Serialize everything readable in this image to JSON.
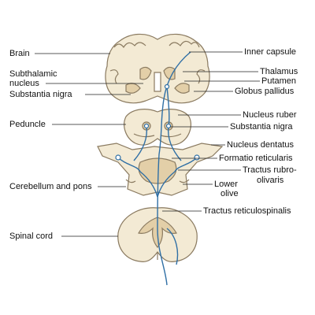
{
  "colors": {
    "tissue": "#f3ead4",
    "grey_matter": "#e3cfa8",
    "outline": "#8a7a60",
    "pathway": "#2f6fa5",
    "leader": "#222222"
  },
  "labels_left": {
    "brain": "Brain",
    "subthalamic_line1": "Subthalamic",
    "subthalamic_line2": "nucleus",
    "substantia_nigra": "Substantia nigra",
    "peduncle": "Peduncle",
    "cerebellum_pons": "Cerebellum and pons",
    "spinal_cord": "Spinal cord"
  },
  "labels_right": {
    "inner_capsule": "Inner capsule",
    "thalamus": "Thalamus",
    "putamen": "Putamen",
    "globus_pallidus": "Globus pallidus",
    "nucleus_ruber": "Nucleus ruber",
    "substantia_nigra": "Substantia nigra",
    "nucleus_dentatus": "Nucleus dentatus",
    "formatio_reticularis": "Formatio reticularis",
    "tractus_rubro_line1": "Tractus rubro-",
    "tractus_rubro_line2": "olivaris",
    "lower_line1": "Lower",
    "lower_line2": "olive",
    "tractus_reticulospinalis": "Tractus reticulospinalis"
  }
}
